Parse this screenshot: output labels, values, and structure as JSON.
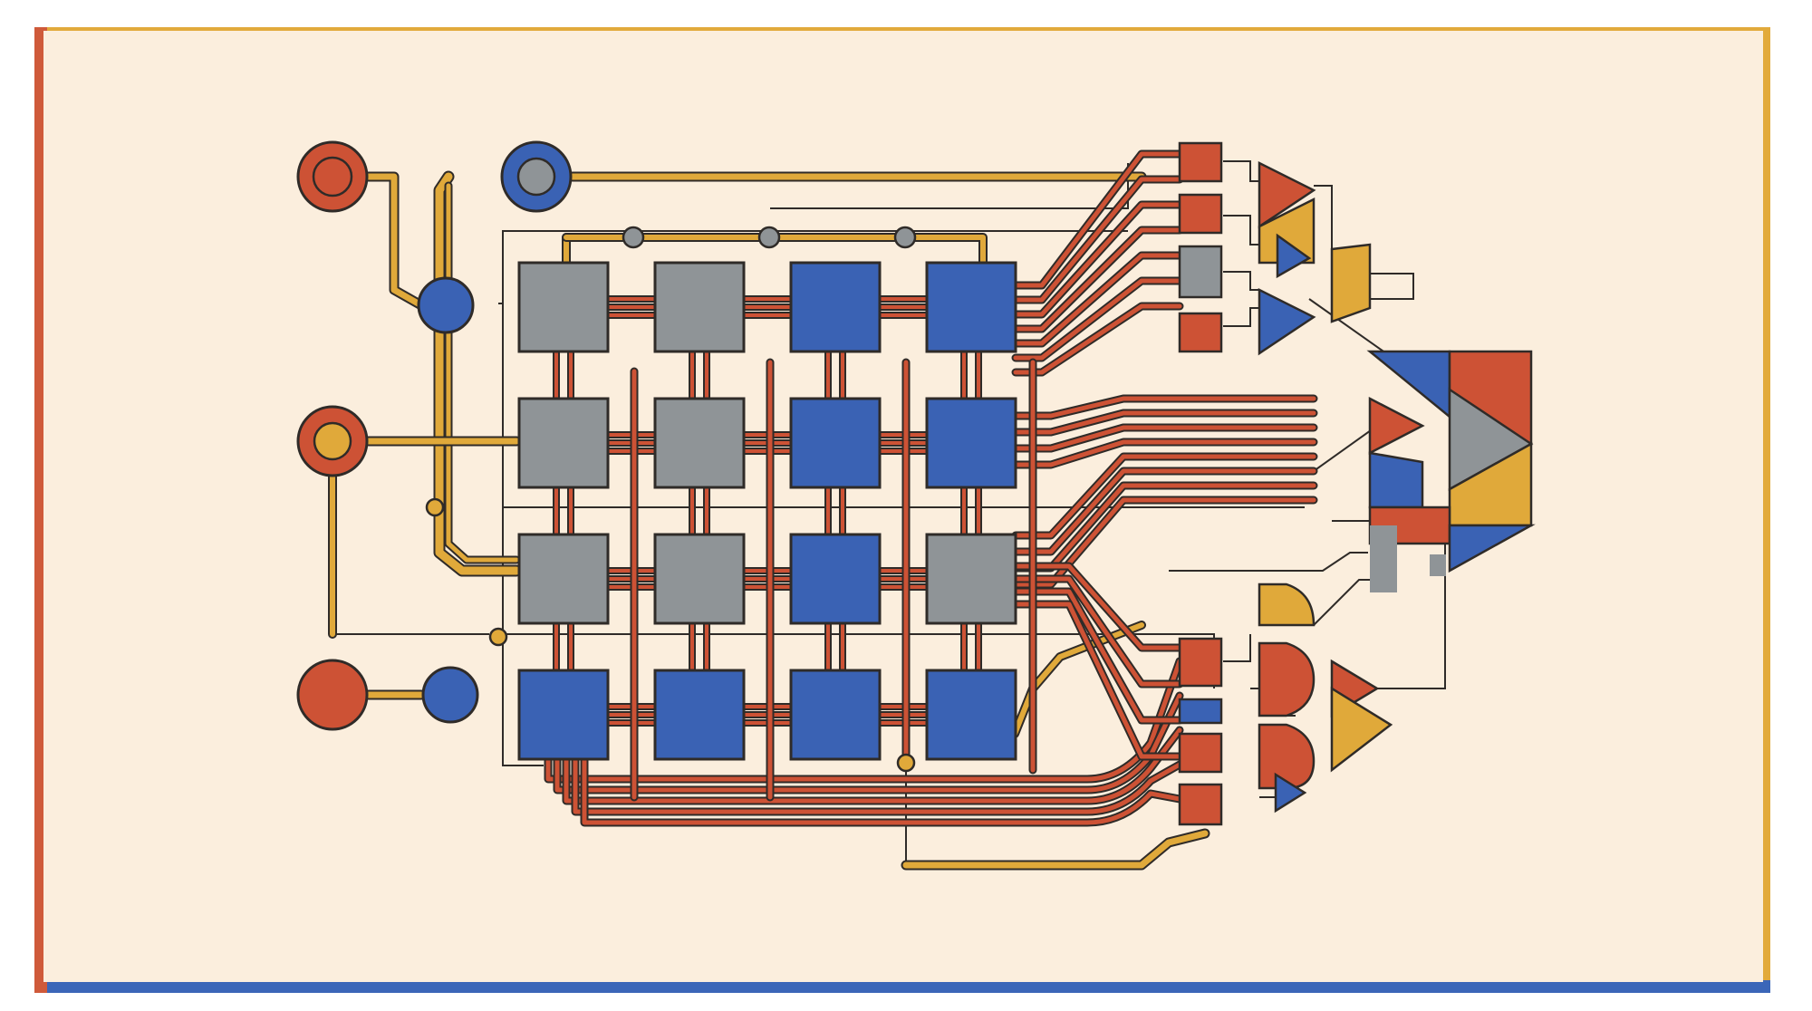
{
  "diagram": {
    "type": "circuit-schematic",
    "text": "",
    "colors": {
      "backdrop": "#ffffff",
      "paper": "#fbeedd",
      "paper_edge_left": "#cf5a3a",
      "paper_edge_bottom": "#3b66b8",
      "paper_edge_right": "#e2aa3b",
      "red": "#cd5235",
      "blue": "#3a62b4",
      "gray": "#8f9497",
      "yellow": "#e0a93a",
      "line": "#2f2b28"
    },
    "grid": {
      "rows": 4,
      "cols": 4,
      "cells": [
        [
          "gray",
          "gray",
          "blue",
          "blue"
        ],
        [
          "gray",
          "gray",
          "blue",
          "blue"
        ],
        [
          "gray",
          "gray",
          "blue",
          "gray"
        ],
        [
          "blue",
          "blue",
          "blue",
          "blue"
        ]
      ]
    },
    "input_ports": [
      {
        "name": "port-top-left",
        "style": "red-ring"
      },
      {
        "name": "port-top",
        "style": "blue-gray"
      },
      {
        "name": "port-middle",
        "style": "red-yellow"
      },
      {
        "name": "port-bottom-left",
        "style": "red"
      },
      {
        "name": "port-bottom-right",
        "style": "blue"
      }
    ],
    "output_stage": {
      "upper_gates": [
        "red",
        "red",
        "gray",
        "red"
      ],
      "lower_gates": [
        "red",
        "blue",
        "red",
        "red"
      ],
      "output_module": "composite-block"
    },
    "icons": [
      "circuit-schematic-icon"
    ]
  }
}
